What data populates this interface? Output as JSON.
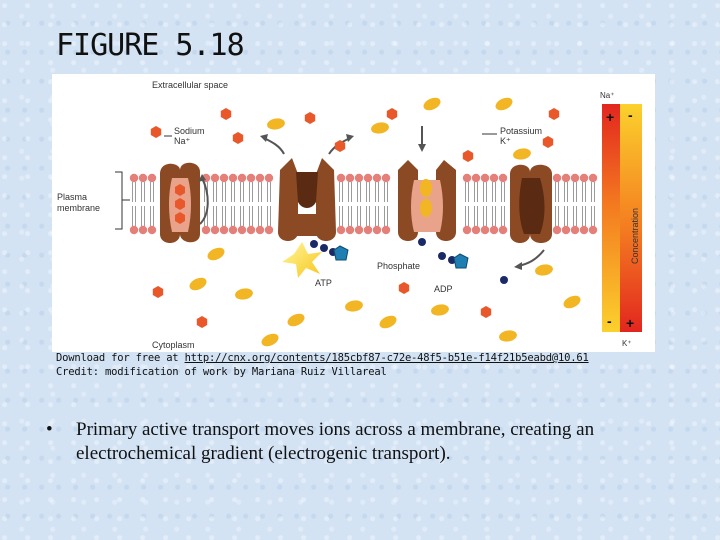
{
  "slide": {
    "title": "FIGURE 5.18",
    "download_prefix": "Download for free at ",
    "download_link": "http://cnx.org/contents/185cbf87-c72e-48f5-b51e-f14f21b5eabd@10.61",
    "credit": "Credit: modification of work by Mariana Ruiz Villareal",
    "bullet_text": "Primary active transport moves ions across a membrane, creating an electrochemical gradient (electrogenic transport)."
  },
  "diagram": {
    "extracellular_label": "Extracellular space",
    "cytoplasm_label": "Cytoplasm",
    "plasma_membrane_line1": "Plasma",
    "plasma_membrane_line2": "membrane",
    "sodium_line1": "Sodium",
    "sodium_line2": "Na⁺",
    "potassium_line1": "Potassium",
    "potassium_line2": "K⁺",
    "phosphate_label": "Phosphate",
    "atp_label": "ATP",
    "adp_label": "ADP",
    "concentration_label": "Concentration",
    "na_top": "Na⁺",
    "k_bottom": "K⁺",
    "plus": "+",
    "minus": "-"
  },
  "colors": {
    "sodium": "#e8582a",
    "potassium": "#f2b625",
    "protein": "#8b4a24",
    "lipid_head": "#e57f79",
    "phosphate": "#1b2a66",
    "atp_pentagon": "#1f7fb3"
  }
}
